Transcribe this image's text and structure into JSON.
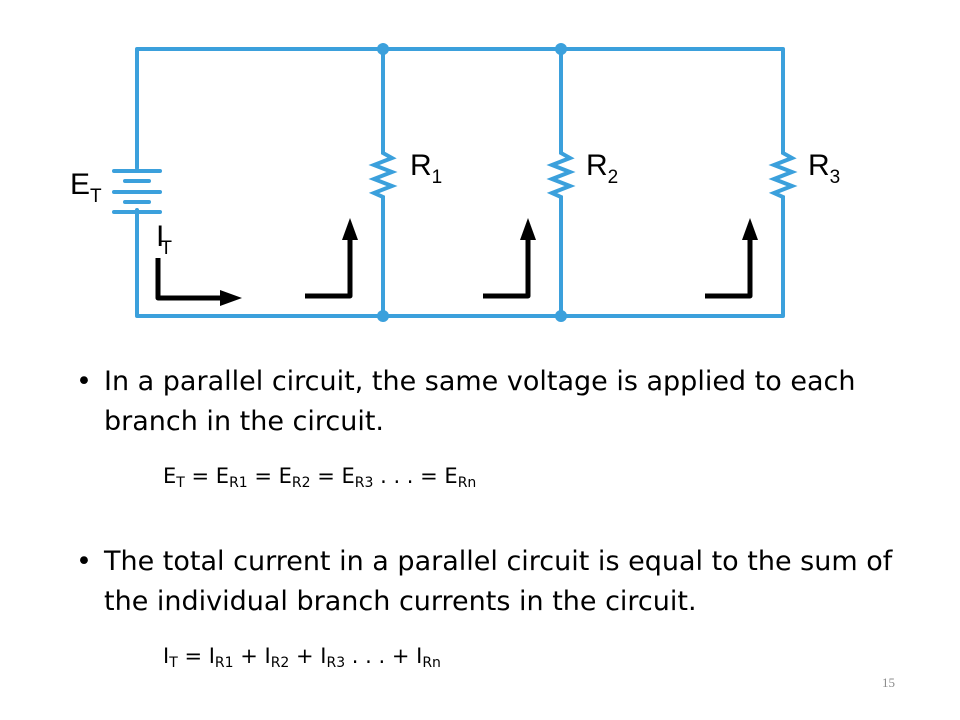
{
  "diagram": {
    "source_label": {
      "main": "E",
      "sub": "T"
    },
    "current_label": {
      "main": "I",
      "sub": "T"
    },
    "resistors": [
      {
        "main": "R",
        "sub": "1"
      },
      {
        "main": "R",
        "sub": "2"
      },
      {
        "main": "R",
        "sub": "3"
      }
    ],
    "wire_color": "#3ba0dc"
  },
  "bullets": [
    {
      "text": "In a parallel circuit, the same voltage is applied to each branch in the circuit.",
      "formula": [
        {
          "t": "E"
        },
        {
          "t": "T",
          "sub": true
        },
        {
          "t": " = E"
        },
        {
          "t": "R1",
          "sub": true
        },
        {
          "t": " = E"
        },
        {
          "t": "R2",
          "sub": true
        },
        {
          "t": " = E"
        },
        {
          "t": "R3",
          "sub": true
        },
        {
          "t": " . . . = E"
        },
        {
          "t": "Rn",
          "sub": true
        }
      ]
    },
    {
      "text": "The total current in a parallel circuit is equal to the sum of the individual branch currents in the circuit.",
      "formula": [
        {
          "t": "I"
        },
        {
          "t": "T",
          "sub": true
        },
        {
          "t": " = I"
        },
        {
          "t": "R1",
          "sub": true
        },
        {
          "t": " + I"
        },
        {
          "t": "R2",
          "sub": true
        },
        {
          "t": " + I"
        },
        {
          "t": "R3",
          "sub": true
        },
        {
          "t": " . . . + I"
        },
        {
          "t": "Rn",
          "sub": true
        }
      ]
    }
  ],
  "page_number": "15"
}
